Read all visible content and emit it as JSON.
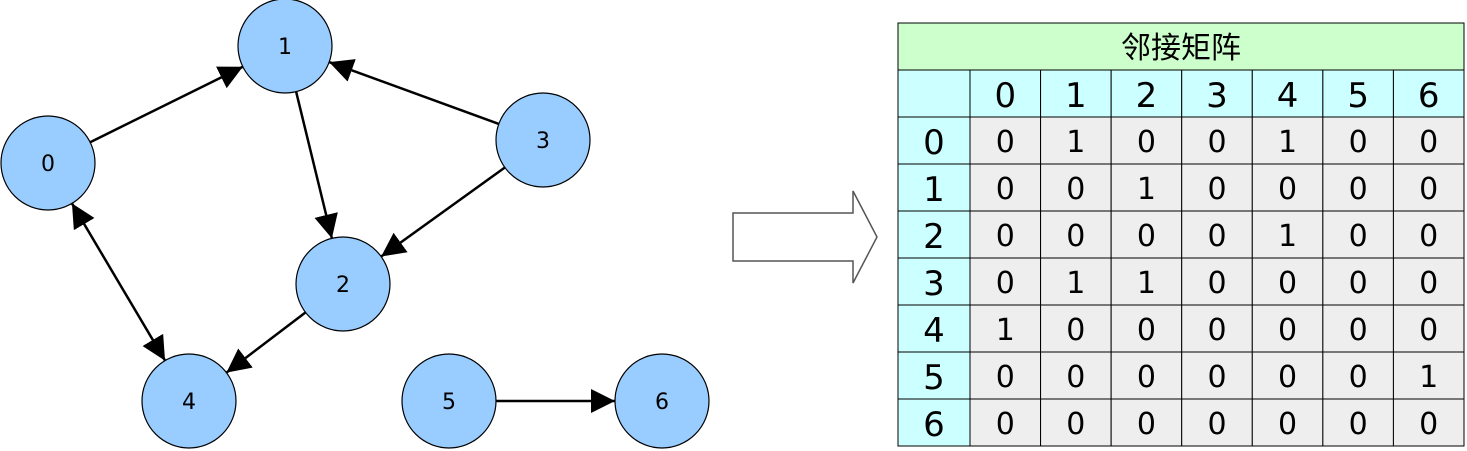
{
  "graph": {
    "nodes": [
      "0",
      "1",
      "2",
      "3",
      "4",
      "5",
      "6"
    ],
    "edges": [
      {
        "from": "0",
        "to": "1"
      },
      {
        "from": "1",
        "to": "2"
      },
      {
        "from": "3",
        "to": "1"
      },
      {
        "from": "3",
        "to": "2"
      },
      {
        "from": "2",
        "to": "4"
      },
      {
        "from": "0",
        "to": "4",
        "bidirectional": true
      },
      {
        "from": "5",
        "to": "6"
      }
    ],
    "node_fill": "#99ccff",
    "edge_color": "#000000"
  },
  "matrix": {
    "title": "邻接矩阵",
    "col_headers": [
      "0",
      "1",
      "2",
      "3",
      "4",
      "5",
      "6"
    ],
    "row_headers": [
      "0",
      "1",
      "2",
      "3",
      "4",
      "5",
      "6"
    ],
    "values": [
      [
        "0",
        "1",
        "0",
        "0",
        "1",
        "0",
        "0"
      ],
      [
        "0",
        "0",
        "1",
        "0",
        "0",
        "0",
        "0"
      ],
      [
        "0",
        "0",
        "0",
        "0",
        "1",
        "0",
        "0"
      ],
      [
        "0",
        "1",
        "1",
        "0",
        "0",
        "0",
        "0"
      ],
      [
        "1",
        "0",
        "0",
        "0",
        "0",
        "0",
        "0"
      ],
      [
        "0",
        "0",
        "0",
        "0",
        "0",
        "0",
        "1"
      ],
      [
        "0",
        "0",
        "0",
        "0",
        "0",
        "0",
        "0"
      ]
    ],
    "title_fill": "#ccffcc",
    "header_fill": "#ccffff",
    "cell_fill": "#eeeeee"
  },
  "arrow_icon": "right-outline-arrow-icon"
}
